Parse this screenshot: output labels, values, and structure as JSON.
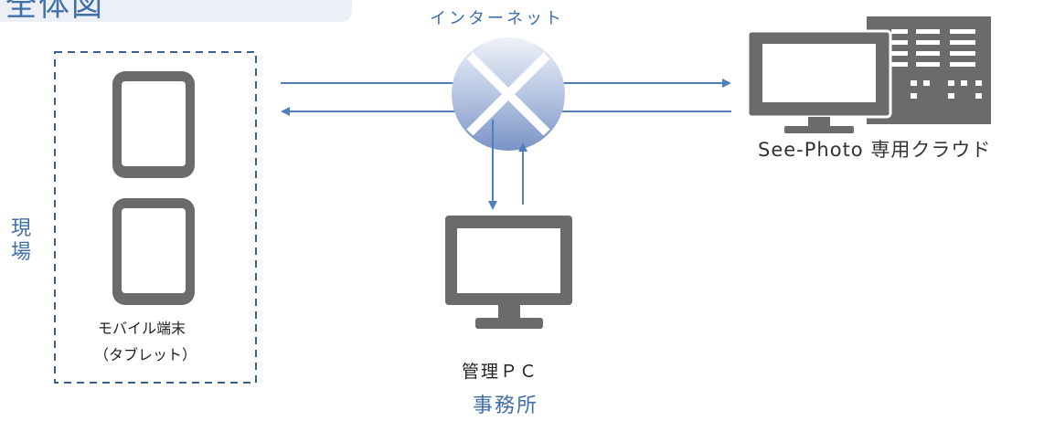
{
  "title": "全体図",
  "nodes": {
    "internet": "インターネット",
    "cloud": "See-Photo 専用クラウド",
    "mobile_line1": "モバイル端末",
    "mobile_line2": "（タブレット）",
    "admin_pc": "管理ＰＣ"
  },
  "zones": {
    "site": "現場",
    "office": "事務所"
  },
  "colors": {
    "accent_text": "#3f6fab",
    "arrow": "#4f7fbd",
    "device_gray": "#6b6b6b",
    "globe_light": "#eef2f9",
    "globe_dark": "#7a93c6"
  },
  "icons": [
    "tablet-icon",
    "tablet-icon",
    "globe-icon",
    "desktop-server-icon",
    "monitor-icon"
  ]
}
